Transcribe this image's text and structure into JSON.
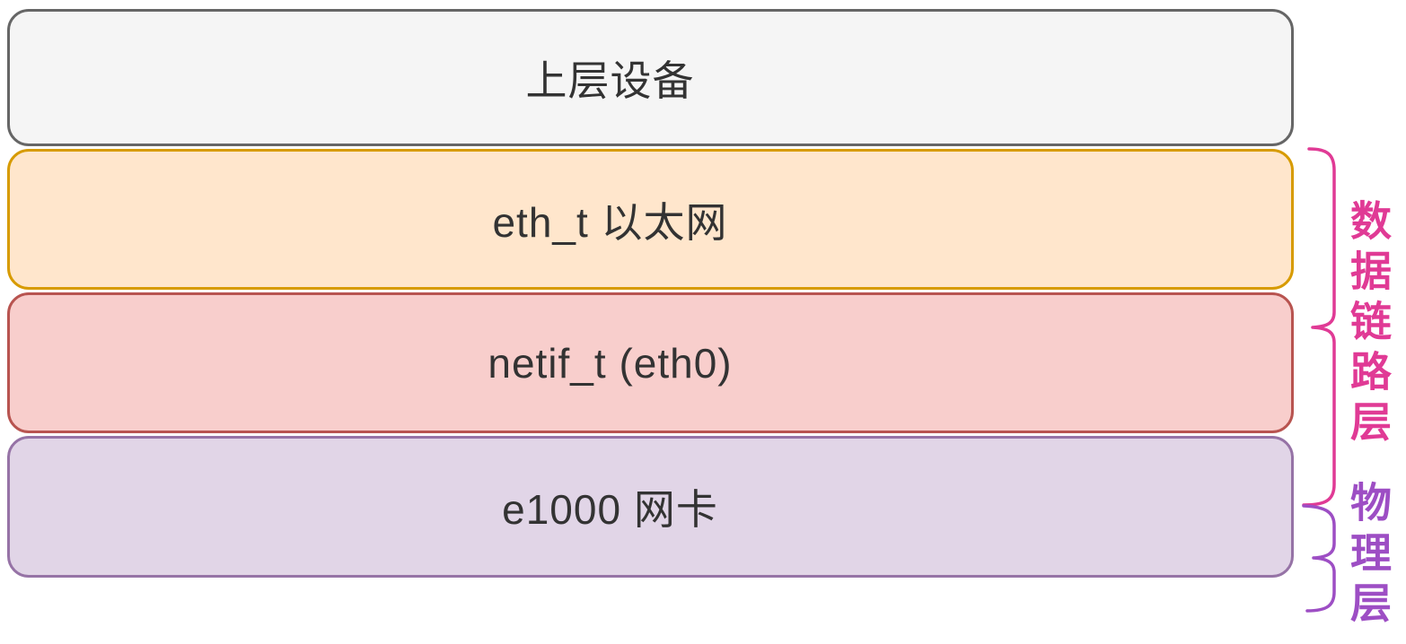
{
  "diagram": {
    "boxes": [
      {
        "id": "upper-device",
        "label": "上层设备",
        "fill": "#f5f5f5",
        "border": "#666666"
      },
      {
        "id": "ethernet",
        "label": "eth_t 以太网",
        "fill": "#ffe6cc",
        "border": "#d79b00"
      },
      {
        "id": "netif",
        "label": "netif_t (eth0)",
        "fill": "#f8cecc",
        "border": "#b85450"
      },
      {
        "id": "nic",
        "label": "e1000 网卡",
        "fill": "#e1d5e7",
        "border": "#9673a6"
      }
    ],
    "annotations": [
      {
        "id": "data-link-layer",
        "label": "数据链路层",
        "color": "#e03a95",
        "covers": [
          "ethernet",
          "netif"
        ]
      },
      {
        "id": "physical-layer",
        "label": "物理层",
        "color": "#9d4ec4",
        "covers": [
          "nic"
        ]
      }
    ],
    "text_color": "#333333",
    "background": "#ffffff"
  }
}
